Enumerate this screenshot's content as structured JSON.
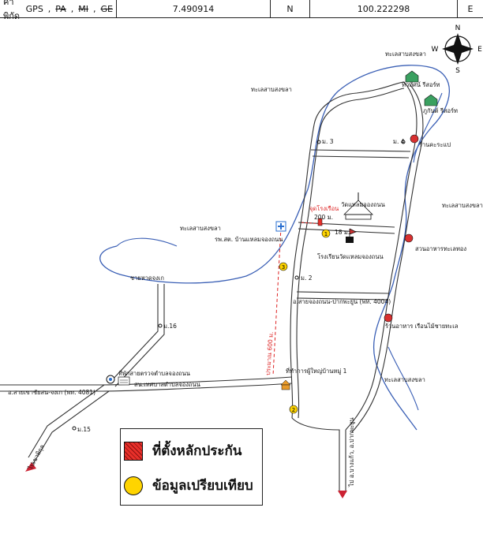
{
  "header": {
    "label": "ค่าพิกัด",
    "systems": [
      "GPS",
      "PA",
      "MI",
      "GE"
    ],
    "lat": "7.490914",
    "lat_dir": "N",
    "lon": "100.222298",
    "lon_dir": "E"
  },
  "compass": {
    "n": "N",
    "s": "S",
    "e": "E",
    "w": "W"
  },
  "water": {
    "top": "ทะเลสาบสงขลา",
    "upper_left": "ทะเลสาบสงขลา",
    "left": "ทะเลสาบสงขลา",
    "right": "ทะเลสาบสงขลา",
    "lower_right": "ทะเลสาบสงขลา"
  },
  "places": {
    "resort1": "ทิวทัศน์ รีสอร์ท",
    "resort2": "ภูกันต์ รีสอร์ท",
    "moo4": "ม. 4",
    "shop": "ร้านคะระแป",
    "moo3": "ม. 3",
    "subject": "จุดโรงเรือน",
    "temple": "วัดแหลมจองถนน",
    "dist200": "200 ม.",
    "dist18": "18 ม.",
    "school": "โรงเรียนวัดแหลมจองถนน",
    "hospital": "รพ.สต. บ้านแหลมจองถนน",
    "garden": "สวนอาหารทะเลทอง",
    "moo2": "ม. 2",
    "road4004": "อ.สายจองถนน-ปากพะยูน (พท. 4004)",
    "shore": "ชายหาดจงเก",
    "moo16": "ม.16",
    "restaurant": "ร้านอาหาร เรือนไม้ชายทะเล",
    "dist600": "ประมาณ 600 ม.",
    "village_office": "ที่ทำการผู้ใหญ่บ้านหมู่ 1",
    "police": "ที่พักสายตรวจตำบลจองถนน",
    "sao": "สน.เทศบาลตำบลจองถนน",
    "road4081": "อ.สายเขาชัยสน-จงเก (พท. 4081)",
    "moo15": "ม.15",
    "to_left": "ไปเขาพิกุล",
    "to_bottom": "ไป อ.บางแก้ว, อ.ปากพะยูน",
    "comp1": "1",
    "comp2": "2",
    "comp3": "3"
  },
  "legend": {
    "subject": "ที่ตั้งหลักประกัน",
    "comparable": "ข้อมูลเปรียบเทียบ",
    "subject_color": "#e8302a",
    "comparable_color": "#ffd400"
  }
}
